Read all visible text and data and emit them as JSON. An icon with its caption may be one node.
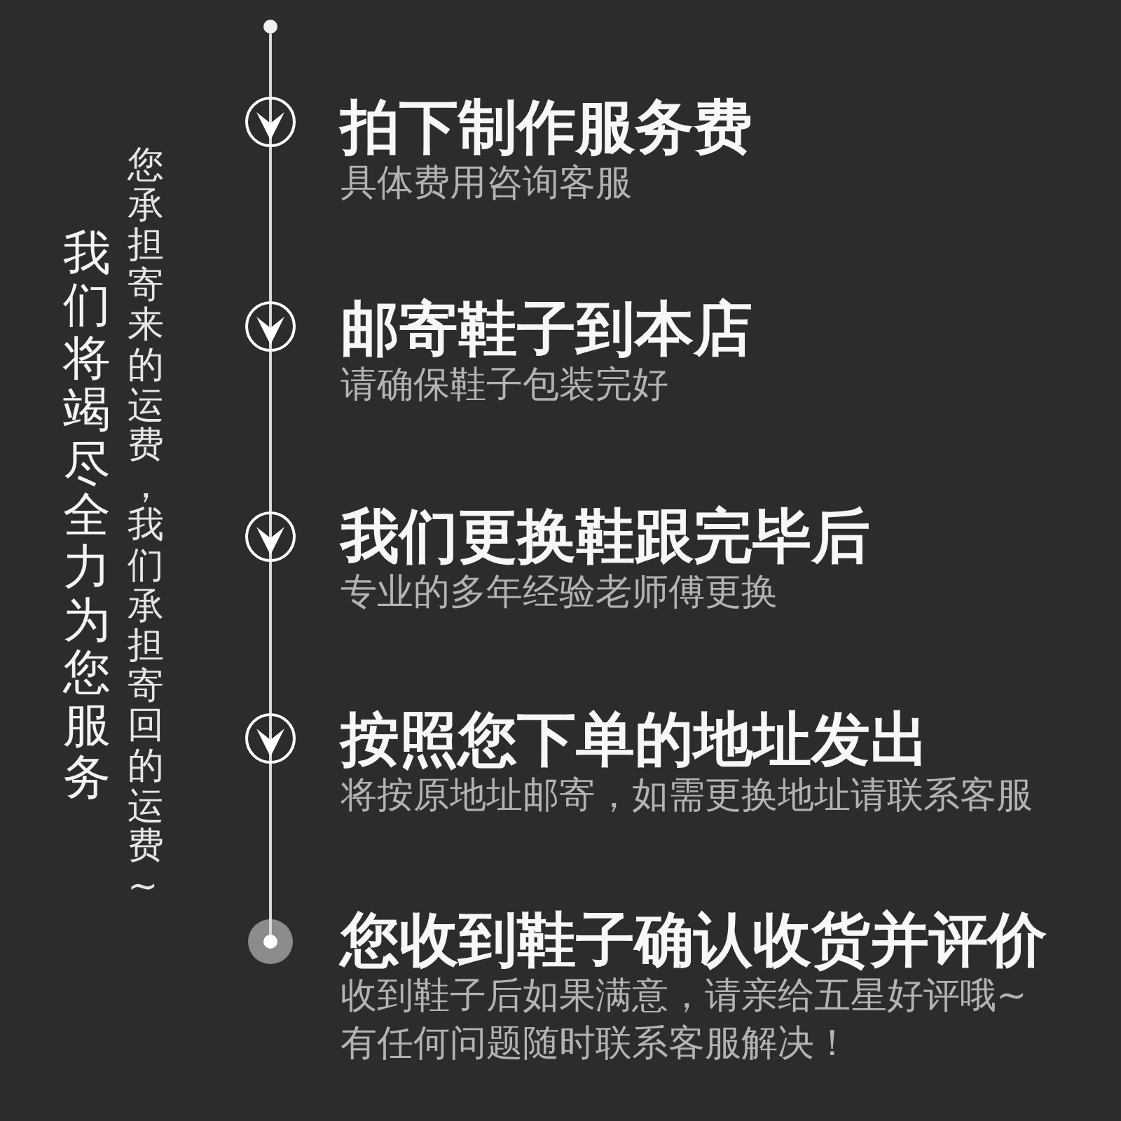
{
  "diagram": {
    "nodes": [
      {
        "text": [],
        "shape": "circle"
      },
      {
        "text": [],
        "shape": "circle",
        "beside": [
          "拍下制作服务费",
          "具体费用咨询客服"
        ]
      },
      {
        "text": [],
        "shape": "circle",
        "beside": [
          "邮寄鞋子到本店",
          "请确保鞋子包装完好"
        ]
      },
      {
        "text": [],
        "shape": "circle",
        "beside": [
          "我们更换鞋跟完毕后",
          "专业的多年经验老师傅更换"
        ]
      },
      {
        "text": [],
        "shape": "circle",
        "beside": [
          "按照您下单的地址发出",
          "将按原地址邮寄，如需更换地址请联系客服"
        ]
      },
      {
        "text": [],
        "shape": "circle",
        "beside": [
          "您收到鞋子确认收货并评价",
          "收到鞋子后如果满意，请亲给五星好评哦~",
          "有任何问题随时联系客服解决！"
        ]
      }
    ],
    "edges": [
      {
        "from": 0,
        "to": 1,
        "arrow": "none"
      },
      {
        "from": 1,
        "to": 2,
        "arrow": "none"
      },
      {
        "from": 2,
        "to": 3,
        "arrow": "none"
      },
      {
        "from": 3,
        "to": 4,
        "arrow": "none"
      },
      {
        "from": 4,
        "to": 5,
        "arrow": "none"
      }
    ],
    "labels": [
      "我们将竭尽全力为您服务",
      "您承担寄来的运费，我们承担寄回的运费~"
    ]
  }
}
